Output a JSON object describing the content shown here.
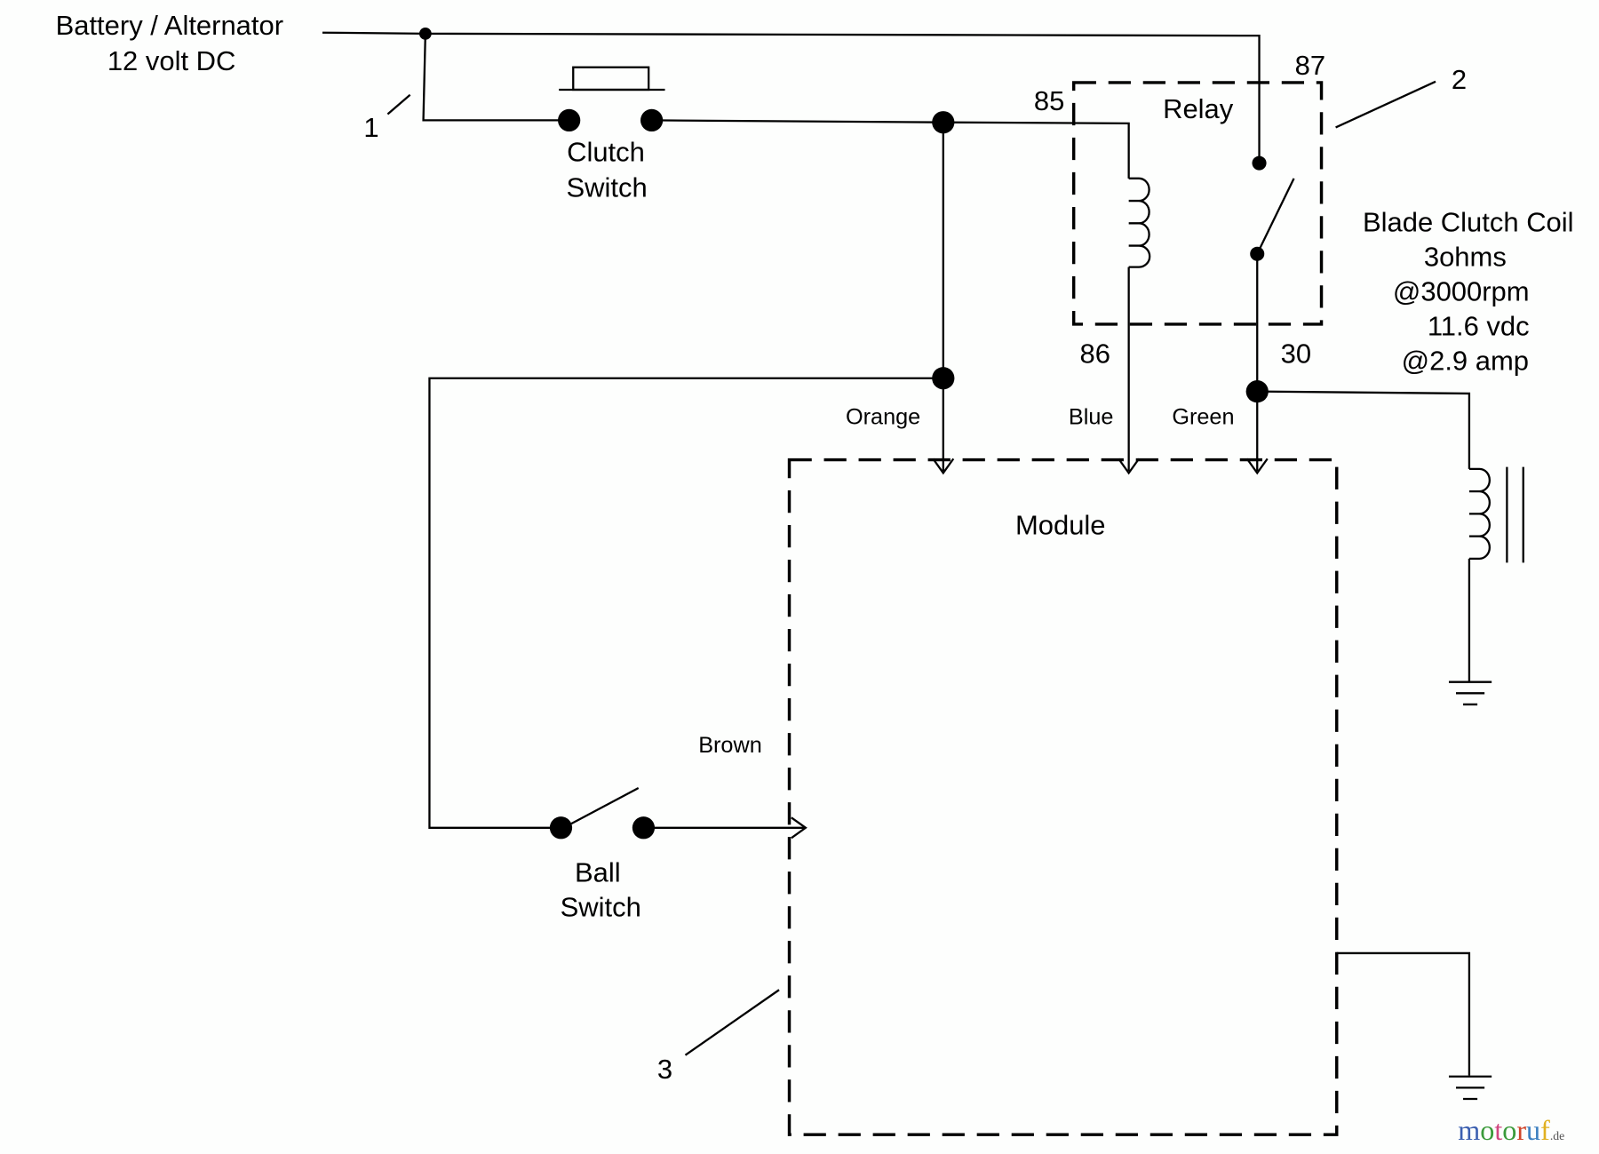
{
  "source": {
    "line1": "Battery / Alternator",
    "line2": "12 volt DC"
  },
  "clutch_switch": {
    "line1": "Clutch",
    "line2": "Switch"
  },
  "relay": {
    "title": "Relay",
    "pins": {
      "p85": "85",
      "p86": "86",
      "p87": "87",
      "p30": "30"
    }
  },
  "coil": {
    "line1": "Blade Clutch Coil",
    "line2": "3ohms",
    "line3": "@3000rpm",
    "line4": "11.6 vdc",
    "line5": "@2.9 amp"
  },
  "wires": {
    "orange": "Orange",
    "blue": "Blue",
    "green": "Green",
    "brown": "Brown"
  },
  "module": {
    "title": "Module"
  },
  "ball_switch": {
    "line1": "Ball",
    "line2": "Switch"
  },
  "callouts": {
    "c1": "1",
    "c2": "2",
    "c3": "3"
  },
  "watermark": {
    "text": "motoruf",
    "suffix": ".de"
  }
}
